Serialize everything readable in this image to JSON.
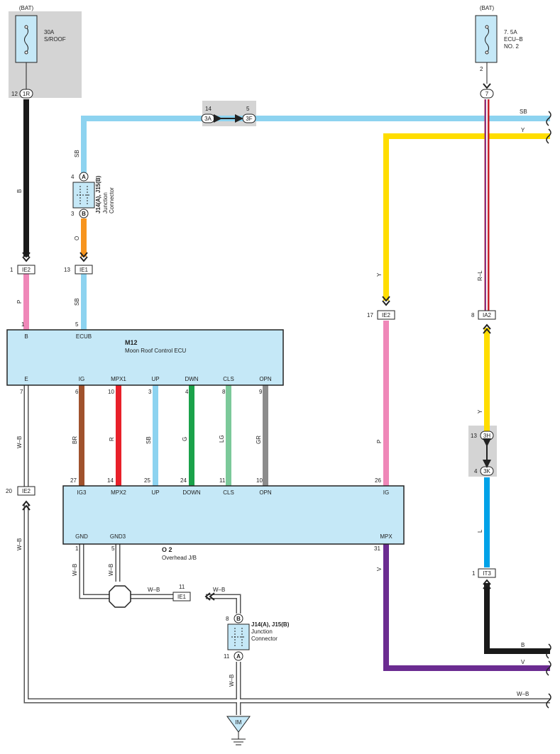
{
  "power": {
    "left": {
      "bat": "(BAT)",
      "amp": "30A",
      "name": "S/ROOF",
      "pin": "12",
      "conn": "1R"
    },
    "right": {
      "bat": "(BAT)",
      "amp": "7. 5A",
      "name1": "ECU–B",
      "name2": "NO. 2",
      "pin": "2",
      "conn": "7"
    }
  },
  "joint_top": {
    "left_pin": "14",
    "left_conn": "3A",
    "right_pin": "5",
    "right_conn": "3F"
  },
  "junction_top": {
    "pin_a": "4",
    "letter_a": "A",
    "pin_b": "3",
    "letter_b": "B",
    "title": "J14(A), J15(B)",
    "sub1": "Junction",
    "sub2": "Connector"
  },
  "junction_bottom": {
    "pin_b": "8",
    "letter_b": "B",
    "pin_a": "11",
    "letter_a": "A",
    "title": "J14(A), J15(B)",
    "sub1": "Junction",
    "sub2": "Connector"
  },
  "connectors": {
    "ie2_top": {
      "pin": "1",
      "name": "IE2"
    },
    "ie1_top": {
      "pin": "13",
      "name": "IE1"
    },
    "ie2_mid": {
      "pin": "17",
      "name": "IE2"
    },
    "ia2": {
      "pin": "8",
      "name": "IA2"
    },
    "ie2_left": {
      "pin": "20",
      "name": "IE2"
    },
    "ie1_bottom": {
      "pin": "11",
      "name": "IE1"
    },
    "it3": {
      "pin": "1",
      "name": "IT3"
    },
    "joint_3h": {
      "pin": "13",
      "name": "3H"
    },
    "joint_3k": {
      "pin": "4",
      "name": "3K"
    },
    "ground": {
      "name": "IM"
    }
  },
  "wire_labels": {
    "sb_top": "SB",
    "y_top": "Y",
    "sb_vert": "SB",
    "b_vert": "B",
    "o_vert": "O",
    "p_vert": "P",
    "sb_vert2": "SB",
    "y_vert": "Y",
    "rl_vert": "R–L",
    "y_vert2": "Y",
    "p_vert2": "P",
    "l_vert": "L",
    "wb_left": "W–B",
    "wb_left2": "W–B",
    "br": "BR",
    "r": "R",
    "sb3": "SB",
    "g": "G",
    "lg": "LG",
    "gr": "GR",
    "wb_gnd1": "W–B",
    "wb_gnd2": "W–B",
    "wb_h1": "W–B",
    "wb_h2": "W–B",
    "wb_jc": "W–B",
    "v_vert": "V",
    "b_right": "B",
    "v_right": "V",
    "wb_bottom": "W–B"
  },
  "ecu_m12": {
    "code": "M12",
    "name": "Moon Roof Control ECU",
    "top_pins": [
      {
        "pin": "1",
        "label": "B"
      },
      {
        "pin": "5",
        "label": "ECUB"
      }
    ],
    "bottom_pins": [
      {
        "pin": "7",
        "label": "E"
      },
      {
        "pin": "6",
        "label": "IG"
      },
      {
        "pin": "10",
        "label": "MPX1"
      },
      {
        "pin": "3",
        "label": "UP"
      },
      {
        "pin": "4",
        "label": "DWN"
      },
      {
        "pin": "8",
        "label": "CLS"
      },
      {
        "pin": "9",
        "label": "OPN"
      }
    ]
  },
  "jb_o2": {
    "code": "O 2",
    "name": "Overhead J/B",
    "top_pins": [
      {
        "pin": "27",
        "label": "IG3"
      },
      {
        "pin": "14",
        "label": "MPX2"
      },
      {
        "pin": "25",
        "label": "UP"
      },
      {
        "pin": "24",
        "label": "DOWN"
      },
      {
        "pin": "11",
        "label": "CLS"
      },
      {
        "pin": "10",
        "label": "OPN"
      },
      {
        "pin": "26",
        "label": "IG"
      }
    ],
    "bottom_pins": [
      {
        "pin": "1",
        "label": "GND"
      },
      {
        "pin": "5",
        "label": "GND3"
      },
      {
        "pin": "31",
        "label": "MPX"
      }
    ]
  },
  "colors": {
    "sb": "#8dd3f0",
    "y": "#ffdd00",
    "b": "#1a1a1a",
    "o": "#f7941d",
    "p": "#ef87b8",
    "br": "#a0522d",
    "r": "#e8202a",
    "g": "#1aa24a",
    "lg": "#7cc99a",
    "gr": "#8c8c8c",
    "l": "#00a2e8",
    "v": "#6b2c91",
    "box": "#c5e8f7",
    "gray": "#d3d3d3"
  }
}
